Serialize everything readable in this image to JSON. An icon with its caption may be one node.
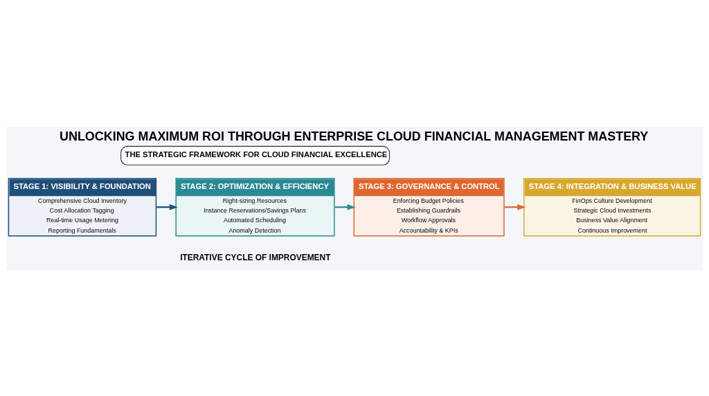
{
  "diagram": {
    "title": "UNLOCKING MAXIMUM ROI THROUGH ENTERPRISE CLOUD FINANCIAL MANAGEMENT MASTERY",
    "nodes": [
      {
        "text": [
          "THE STRATEGIC FRAMEWORK FOR CLOUD FINANCIAL EXCELLENCE"
        ]
      },
      {
        "text": [
          "STAGE 1: VISIBILITY & FOUNDATION",
          "Comprehensive Cloud Inventory",
          "Cost Allocation Tagging",
          "Real-time Usage Metering",
          "Reporting Fundamentals"
        ]
      },
      {
        "text": [
          "STAGE 2: OPTIMIZATION & EFFICIENCY",
          "Right-sizing Resources",
          "Instance Reservations/Savings Plans",
          "Automated Scheduling",
          "Anomaly Detection"
        ]
      },
      {
        "text": [
          "STAGE 3: GOVERNANCE & CONTROL",
          "Enforcing Budget Policies",
          "Establishing Guardrails",
          "Workflow Approvals",
          "Accountability & KPIs"
        ]
      },
      {
        "text": [
          "STAGE 4: INTEGRATION & BUSINESS VALUE",
          "FinOps Culture Development",
          "Strategic Cloud Investments",
          "Business Value Alignment",
          "Continuous Improvement"
        ]
      }
    ],
    "edges": [
      {
        "from": 1,
        "to": 2,
        "arrow": "to",
        "color": "#1f4e79"
      },
      {
        "from": 2,
        "to": 3,
        "arrow": "to",
        "color": "#2a8a93"
      },
      {
        "from": 3,
        "to": 4,
        "arrow": "to",
        "color": "#e0662f"
      }
    ],
    "labels": [
      "ITERATIVE CYCLE OF IMPROVEMENT"
    ]
  }
}
